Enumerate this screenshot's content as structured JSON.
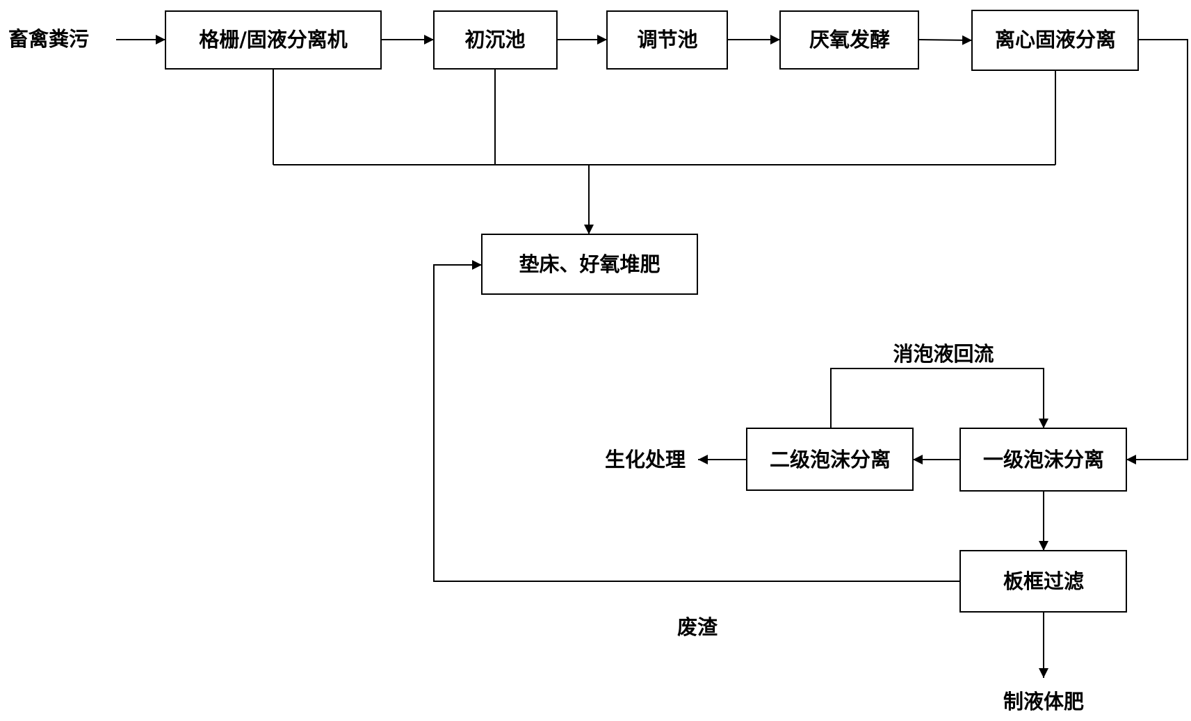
{
  "colors": {
    "stroke": "#000000",
    "background": "#ffffff",
    "text": "#000000"
  },
  "nodes": {
    "input": "畜禽粪污",
    "separator": "格栅/固液分离机",
    "primary_tank": "初沉池",
    "regulating_tank": "调节池",
    "anaerobic": "厌氧发酵",
    "centrifuge": "离心固液分离",
    "compost": "垫床、好氧堆肥",
    "foam1": "一级泡沫分离",
    "foam2": "二级泡沫分离",
    "biochem": "生化处理",
    "filter": "板框过滤",
    "liquid_fertilizer": "制液体肥"
  },
  "edge_labels": {
    "defoam_return": "消泡液回流",
    "waste_residue": "废渣"
  },
  "edges": [
    {
      "from": "input",
      "to": "separator"
    },
    {
      "from": "separator",
      "to": "primary_tank"
    },
    {
      "from": "primary_tank",
      "to": "regulating_tank"
    },
    {
      "from": "regulating_tank",
      "to": "anaerobic"
    },
    {
      "from": "anaerobic",
      "to": "centrifuge"
    },
    {
      "from": "separator",
      "to": "compost"
    },
    {
      "from": "primary_tank",
      "to": "compost"
    },
    {
      "from": "centrifuge",
      "to": "compost"
    },
    {
      "from": "centrifuge",
      "to": "foam1"
    },
    {
      "from": "foam1",
      "to": "foam2"
    },
    {
      "from": "foam2",
      "to": "foam1",
      "label": "defoam_return"
    },
    {
      "from": "foam2",
      "to": "biochem"
    },
    {
      "from": "foam1",
      "to": "filter"
    },
    {
      "from": "filter",
      "to": "compost",
      "label": "waste_residue"
    },
    {
      "from": "filter",
      "to": "liquid_fertilizer"
    }
  ]
}
